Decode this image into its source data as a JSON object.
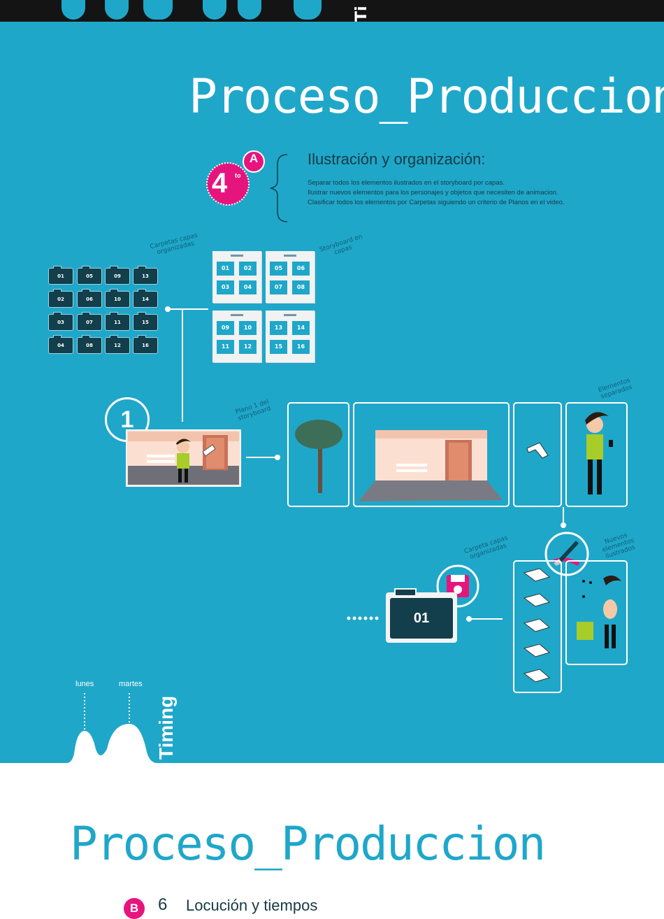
{
  "colors": {
    "panel": "#1fa7c9",
    "pink": "#e6157e",
    "dark": "#123f4b",
    "top_bar": "#141414"
  },
  "header": {
    "top_label": "Ti"
  },
  "main_title": "Proceso_Produccion",
  "step": {
    "number": "4",
    "suffix": "to",
    "letter": "A",
    "heading": "Ilustración y organización:",
    "lines": [
      "Separar todos los elementos ilustrados en el storyboard por capas.",
      "Ilustrar nuevos elementos para los personajes y objetos que necesiten de animacion.",
      "Clasificar todos los elementos por Carpetas siguiendo un criterio de Planos en el video."
    ]
  },
  "notes": {
    "carpetas_capas": "Carpetas capas organizadas",
    "storyboard_capas": "Storyboard en capas",
    "plano1": "Plano 1 del storyboard",
    "elementos_separados": "Elementos separados",
    "nuevos_elementos": "Nuevos elementos ilustrados",
    "carpeta_capas": "Carpeta capas organizadas"
  },
  "folders": [
    "01",
    "05",
    "09",
    "13",
    "02",
    "06",
    "10",
    "14",
    "03",
    "07",
    "11",
    "15",
    "04",
    "08",
    "12",
    "16"
  ],
  "storyboard_sheets": [
    [
      "01",
      "02",
      "03",
      "04"
    ],
    [
      "05",
      "06",
      "07",
      "08"
    ],
    [
      "09",
      "10",
      "11",
      "12"
    ],
    [
      "13",
      "14",
      "15",
      "16"
    ]
  ],
  "plano_badge": "1",
  "big_folder_label": "01",
  "timing": {
    "title": "Timing",
    "days": [
      "lunes",
      "martes"
    ]
  },
  "second_title": "Proceso_Produccion",
  "next_step": {
    "letter": "B",
    "number": "6",
    "heading": "Locución y tiempos"
  },
  "icons": {
    "brush": "paint-brush-icon",
    "disk": "floppy-disk-icon",
    "chevron": "brace-icon"
  }
}
